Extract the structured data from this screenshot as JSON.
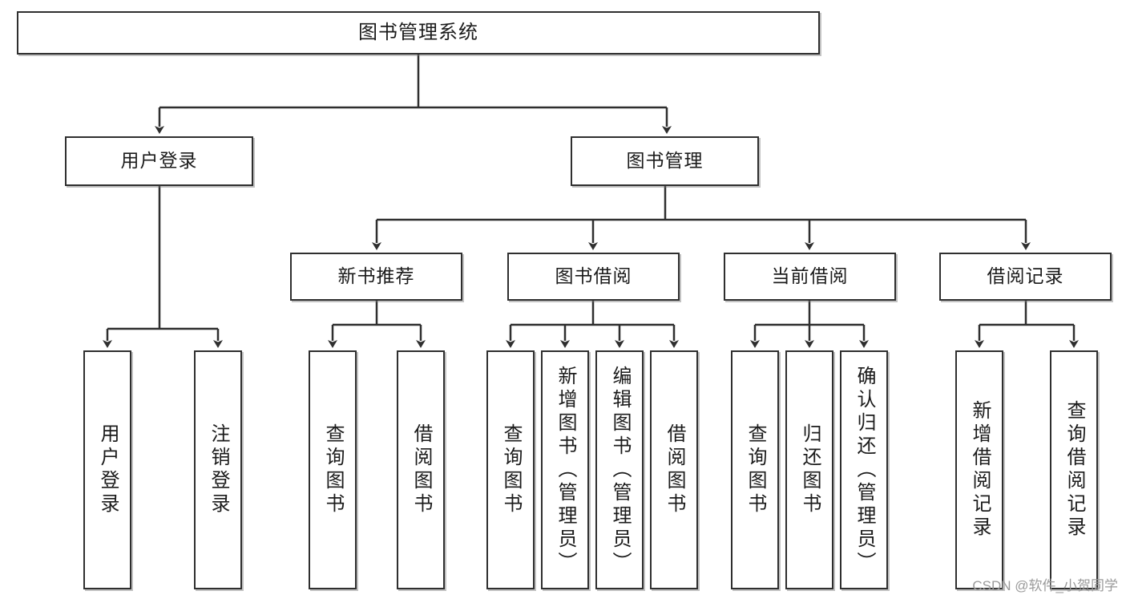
{
  "diagram": {
    "title": "图书管理系统",
    "type": "hierarchy-tree",
    "root": {
      "id": "root",
      "label": "图书管理系统",
      "children": [
        {
          "id": "user-login",
          "label": "用户登录",
          "children": [
            {
              "id": "user-login-login",
              "label": "用户登录"
            },
            {
              "id": "user-login-logout",
              "label": "注销登录"
            }
          ]
        },
        {
          "id": "book-management",
          "label": "图书管理",
          "children": [
            {
              "id": "new-book-recommend",
              "label": "新书推荐",
              "children": [
                {
                  "id": "nb-query-book",
                  "label": "查询图书"
                },
                {
                  "id": "nb-borrow-book",
                  "label": "借阅图书"
                }
              ]
            },
            {
              "id": "book-borrow",
              "label": "图书借阅",
              "children": [
                {
                  "id": "bb-query-book",
                  "label": "查询图书"
                },
                {
                  "id": "bb-add-book",
                  "label": "新增图书（管理员）"
                },
                {
                  "id": "bb-edit-book",
                  "label": "编辑图书（管理员）"
                },
                {
                  "id": "bb-borrow-book",
                  "label": "借阅图书"
                }
              ]
            },
            {
              "id": "current-borrow",
              "label": "当前借阅",
              "children": [
                {
                  "id": "cb-query-book",
                  "label": "查询图书"
                },
                {
                  "id": "cb-return-book",
                  "label": "归还图书"
                },
                {
                  "id": "cb-confirm-return",
                  "label": "确认归还（管理员）"
                }
              ]
            },
            {
              "id": "borrow-record",
              "label": "借阅记录",
              "children": [
                {
                  "id": "br-add-record",
                  "label": "新增借阅记录"
                },
                {
                  "id": "br-query-record",
                  "label": "查询借阅记录"
                }
              ]
            }
          ]
        }
      ]
    }
  },
  "watermark": {
    "text": "CSDN @软件_小贺同学"
  },
  "colors": {
    "box_border": "#2f2f2f",
    "box_fill": "#ffffff",
    "connector": "#2f2f2f",
    "text": "#1b1b1b",
    "watermark": "#9a9a9a",
    "background": "#ffffff"
  }
}
